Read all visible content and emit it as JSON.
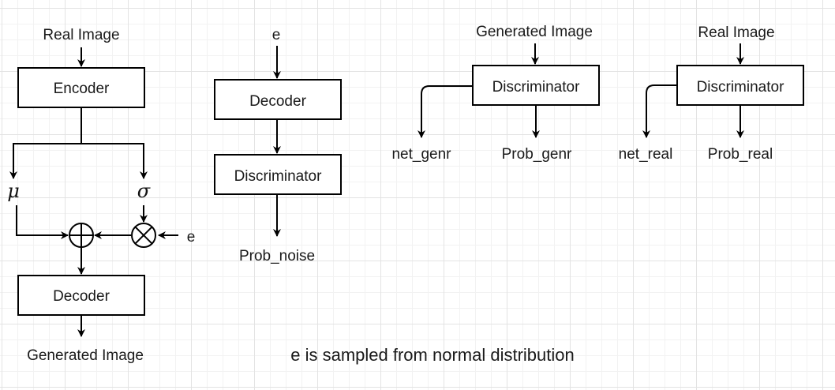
{
  "vae": {
    "input_label": "Real Image",
    "encoder_label": "Encoder",
    "mu_label": "μ",
    "sigma_label": "σ",
    "e_label": "e",
    "decoder_label": "Decoder",
    "output_label": "Generated Image"
  },
  "noise_path": {
    "input_label": "e",
    "decoder_label": "Decoder",
    "discriminator_label": "Discriminator",
    "output_label": "Prob_noise"
  },
  "generated_path": {
    "input_label": "Generated Image",
    "discriminator_label": "Discriminator",
    "net_output_label": "net_genr",
    "prob_output_label": "Prob_genr"
  },
  "real_path": {
    "input_label": "Real Image",
    "discriminator_label": "Discriminator",
    "net_output_label": "net_real",
    "prob_output_label": "Prob_real"
  },
  "note": "e is sampled from normal distribution",
  "colors": {
    "stroke": "#000000",
    "grid_major": "#e3e3e3",
    "grid_minor": "#f2f2f2",
    "background": "#ffffff"
  }
}
